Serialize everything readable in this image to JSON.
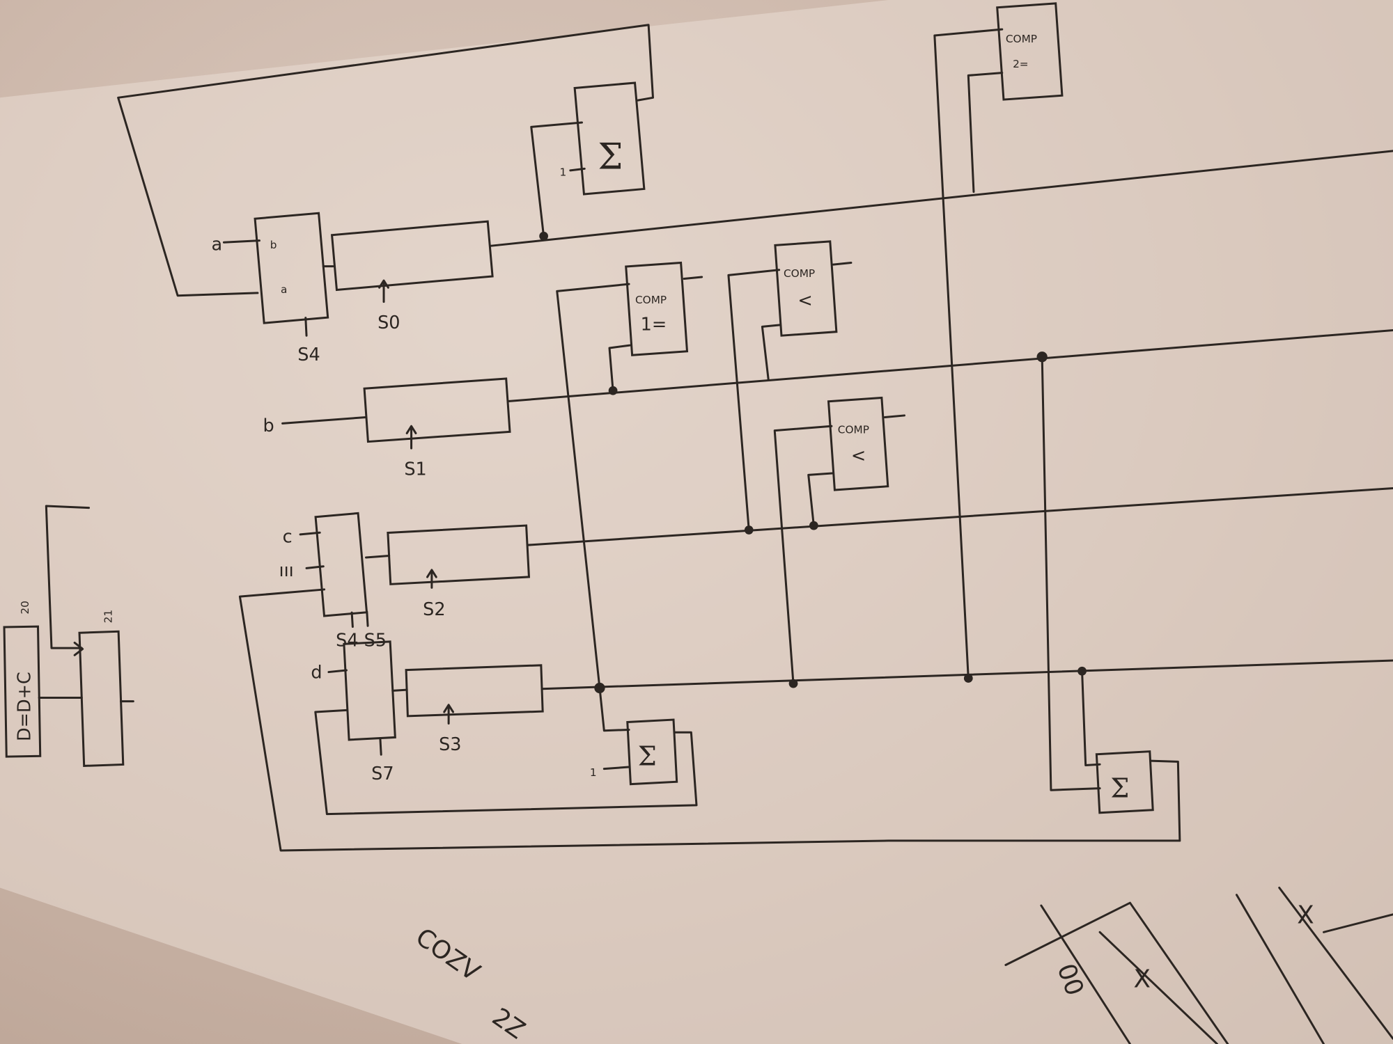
{
  "inputs": {
    "a": "a",
    "b": "b",
    "c": "c",
    "c2": "ııı",
    "d": "d"
  },
  "mux_top": {
    "in_top": "b",
    "in_bottom": "a"
  },
  "selects": {
    "s0": "S0",
    "s1": "S1",
    "s2": "S2",
    "s3": "S3",
    "s4": "S4",
    "s4s5": "S4 S5",
    "s7": "S7"
  },
  "sigma": {
    "symbol": "Σ",
    "const_top": "1",
    "const_bottom": "1"
  },
  "comparators": {
    "comp1_title": "COMP",
    "comp1_op": "1=",
    "comp2_title": "COMP",
    "comp2_op": "<",
    "comp3_title": "COMP",
    "comp3_op": "<",
    "comp4_title": "COMP",
    "comp4_op": "2="
  },
  "side_block": {
    "label_eq": "D=D+C",
    "label_20": "20",
    "label_21": "21"
  },
  "bottom_notes": {
    "note_left": "COZV",
    "note_left2": "2Z",
    "table_x1": "X",
    "table_x2": "X",
    "table_00": "00"
  }
}
